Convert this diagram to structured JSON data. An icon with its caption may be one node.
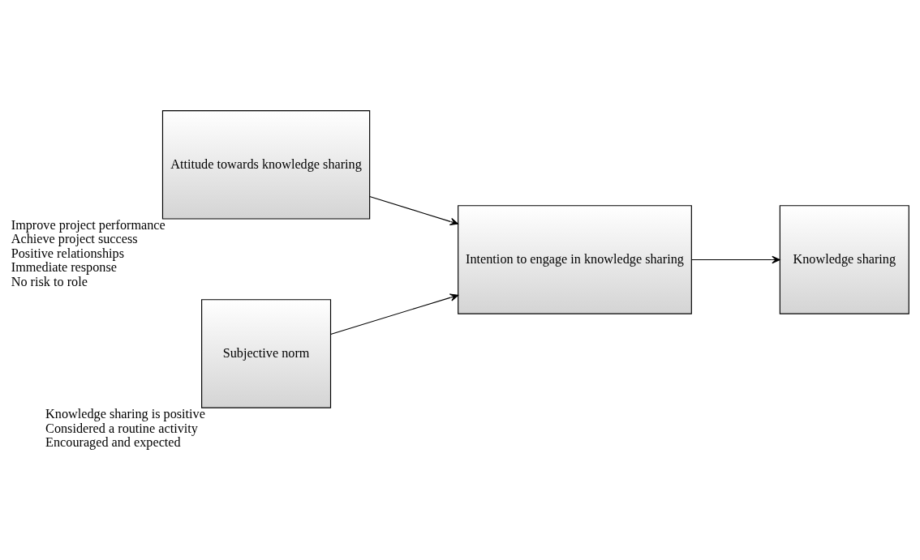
{
  "diagram": {
    "nodes": [
      {
        "text": [
          "Attitude towards knowledge sharing"
        ],
        "beside": [
          "Improve project performance",
          "Achieve project success",
          "Positive relationships",
          "Immediate response",
          "No risk to role"
        ]
      },
      {
        "text": [
          "Subjective norm"
        ],
        "beside": [
          "Knowledge sharing is positive",
          "Considered a routine activity",
          "Encouraged and expected"
        ]
      },
      {
        "text": [
          "Intention to engage in knowledge sharing"
        ]
      },
      {
        "text": [
          "Knowledge sharing"
        ]
      }
    ],
    "edges": [
      {
        "from": 0,
        "to": 2,
        "arrow": "to"
      },
      {
        "from": 1,
        "to": 2,
        "arrow": "to"
      },
      {
        "from": 2,
        "to": 3,
        "arrow": "to"
      }
    ]
  }
}
